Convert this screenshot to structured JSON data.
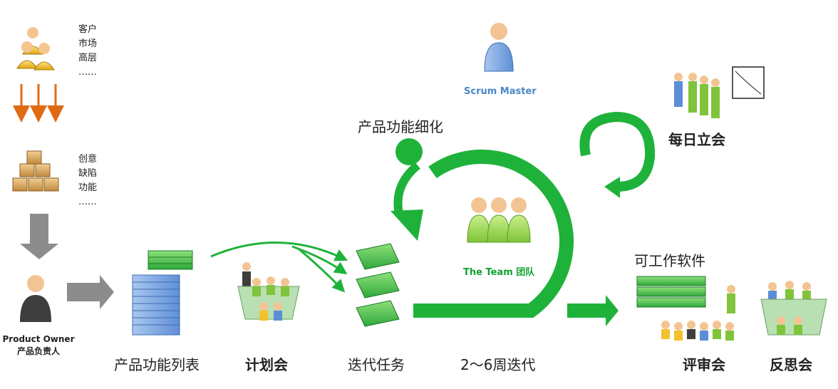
{
  "source": {
    "stakeholders": [
      "客户",
      "市场",
      "高层",
      "……"
    ],
    "inputs": [
      "创意",
      "缺陷",
      "功能",
      "……"
    ]
  },
  "roles": {
    "product_owner_en": "Product Owner",
    "product_owner_cn": "产品负责人",
    "scrum_master": "Scrum Master",
    "team": "The Team 团队"
  },
  "stages": {
    "backlog": "产品功能列表",
    "planning": "计划会",
    "sprint_backlog": "迭代任务",
    "sprint_length": "2～6周迭代",
    "grooming": "产品功能细化",
    "daily": "每日立会",
    "software": "可工作软件",
    "review": "评审会",
    "retro": "反思会"
  },
  "colors": {
    "green": "#1fb23a",
    "orange": "#e06a12",
    "gray": "#8c8c8c",
    "blue": "#5b8ed6",
    "yellow": "#f2c12e"
  }
}
